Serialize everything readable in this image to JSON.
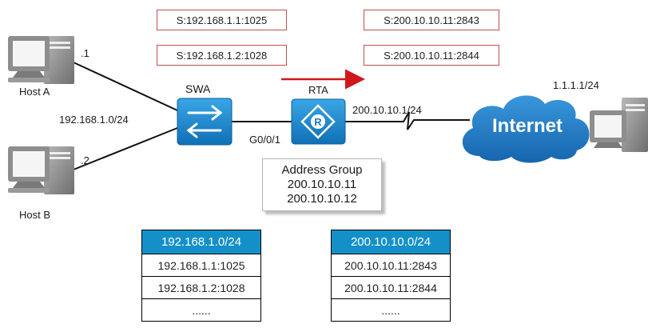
{
  "hosts": {
    "host_a": {
      "label": "Host A",
      "iface": ".1"
    },
    "host_b": {
      "label": "Host B",
      "iface": ".2"
    },
    "server": {
      "label": "1.1.1.1/24"
    }
  },
  "network_label": "192.168.1.0/24",
  "devices": {
    "swa": {
      "label": "SWA"
    },
    "rta": {
      "label": "RTA",
      "iface": "G0/0/1",
      "wan_ip": "200.10.10.1/24"
    },
    "internet": {
      "label": "Internet"
    }
  },
  "nat_sources": {
    "private": [
      "S:192.168.1.1:1025",
      "S:192.168.1.2:1028"
    ],
    "public": [
      "S:200.10.10.11:2843",
      "S:200.10.10.11:2844"
    ]
  },
  "address_group": {
    "title": "Address Group",
    "addresses": [
      "200.10.10.11",
      "200.10.10.12"
    ]
  },
  "tables": {
    "inside": {
      "header": "192.168.1.0/24",
      "rows": [
        "192.168.1.1:1025",
        "192.168.1.2:1028",
        "......"
      ]
    },
    "outside": {
      "header": "200.10.10.0/24",
      "rows": [
        "200.10.10.11:2843",
        "200.10.10.11:2844",
        "......"
      ]
    }
  },
  "colors": {
    "device_blue": "#1b8bd0",
    "cloud_blue": "#1f7fc9",
    "arrow_red": "#d0181b",
    "box_border": "#c0504d",
    "table_header": "#1490c9"
  }
}
